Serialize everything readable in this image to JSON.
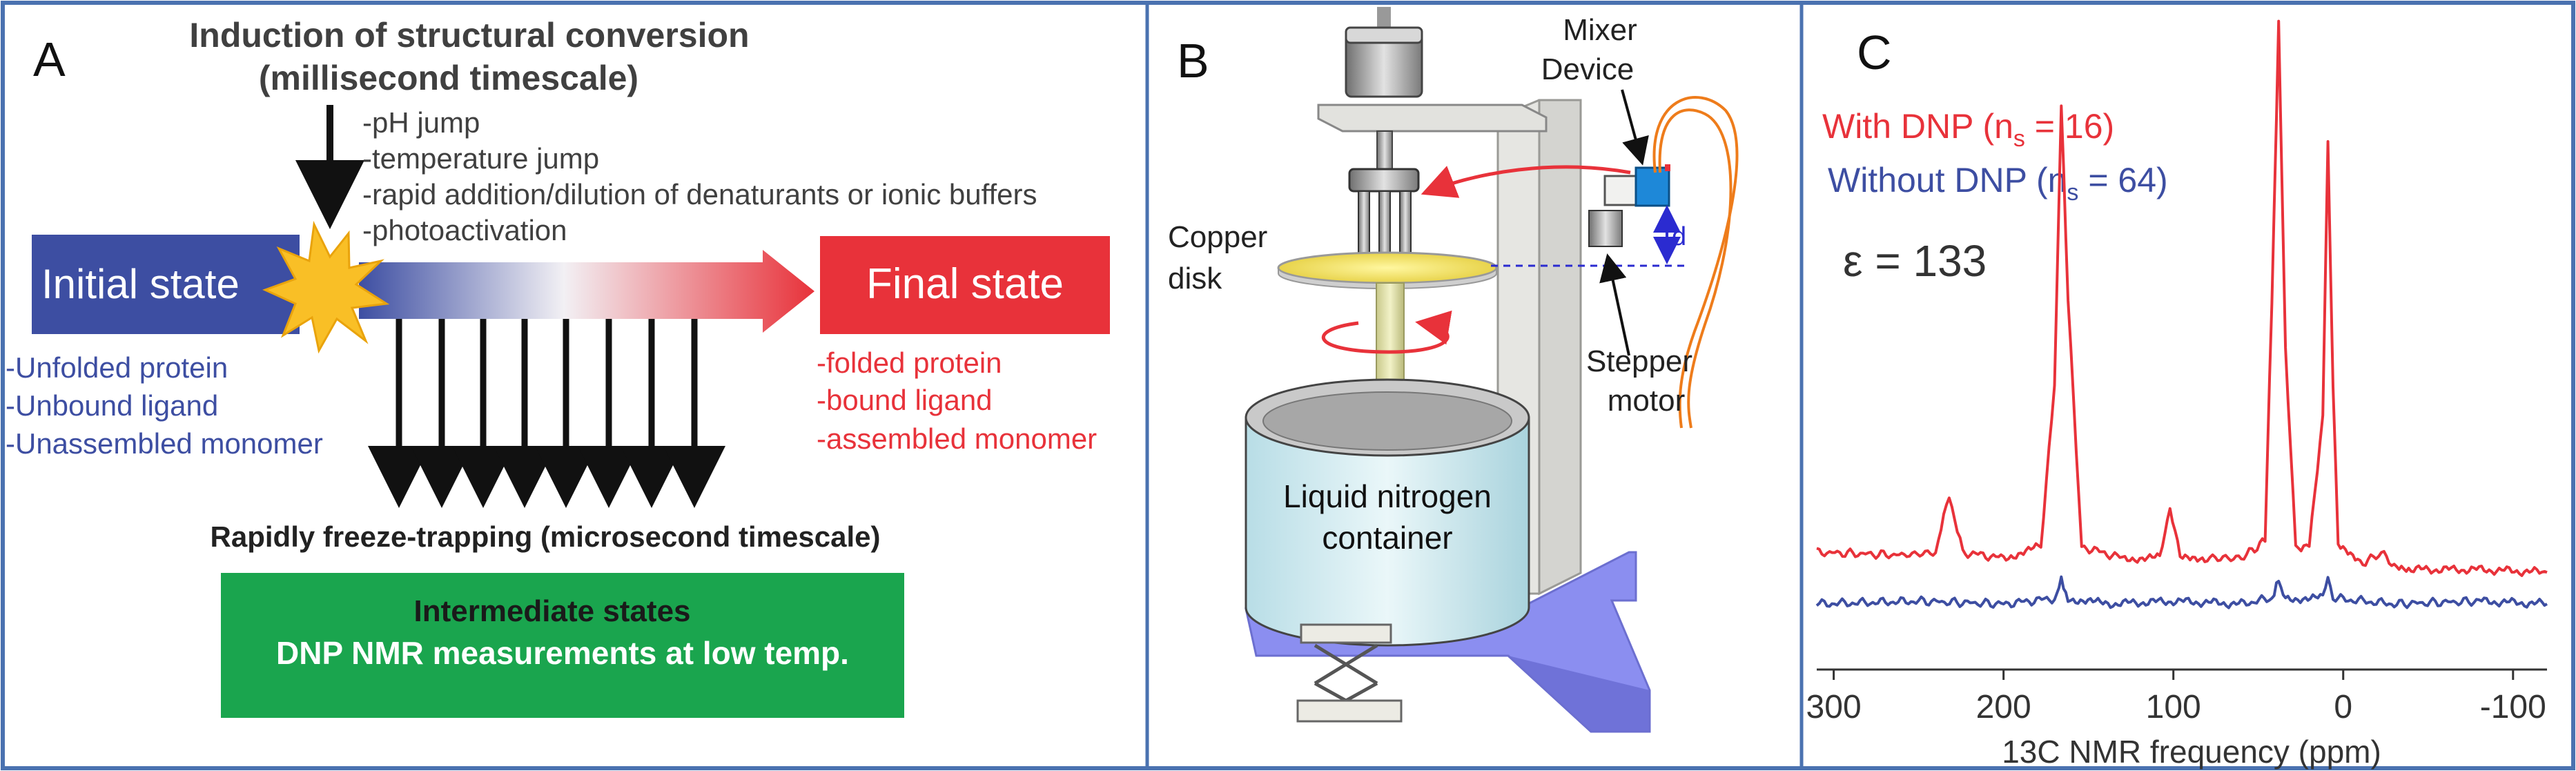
{
  "colors": {
    "frame": "#4a72b0",
    "initial_box": "#3d4ea2",
    "final_box": "#e8323a",
    "intermediate_box": "#1aa54e",
    "initial_text": "#3d4ea2",
    "final_text": "#e8323a",
    "dnp_line": "#e8323a",
    "nodnp_line": "#3d4ea2",
    "burst": "#f9bf26"
  },
  "panel_a": {
    "letter": "A",
    "title_line1": "Induction of structural conversion",
    "title_line2": "(millisecond timescale)",
    "triggers": [
      "-pH jump",
      "-temperature jump",
      "-rapid addition/dilution of denaturants or ionic buffers",
      "-photoactivation"
    ],
    "initial_state": "Initial state",
    "final_state": "Final state",
    "initial_items": [
      "-Unfolded protein",
      "-Unbound ligand",
      "-Unassembled monomer"
    ],
    "final_items": [
      "-folded protein",
      "-bound ligand",
      "-assembled monomer"
    ],
    "freeze_label": "Rapidly freeze-trapping (microsecond timescale)",
    "intermediate_line1": "Intermediate states",
    "intermediate_line2": "DNP NMR measurements at low temp."
  },
  "panel_b": {
    "letter": "B",
    "mixer_line1": "Mixer",
    "mixer_line2": "Device",
    "copper_line1": "Copper",
    "copper_line2": "disk",
    "stepper_line1": "Stepper",
    "stepper_line2": "motor",
    "d_label": "d",
    "container_line1": "Liquid nitrogen",
    "container_line2": "container"
  },
  "panel_c": {
    "letter": "C",
    "legend_dnp_prefix": "With DNP (n",
    "legend_dnp_sub": "s",
    "legend_dnp_suffix": " = 16)",
    "legend_nodnp_prefix": "Without DNP (n",
    "legend_nodnp_sub": "s",
    "legend_nodnp_suffix": " = 64)",
    "enhancement": "ε = 133",
    "x_ticks": [
      "300",
      "200",
      "100",
      "0",
      "-100"
    ],
    "x_label": "13C NMR frequency (ppm)"
  },
  "chart_data": {
    "type": "line",
    "xlabel": "13C NMR frequency (ppm)",
    "x_axis_reversed": true,
    "xlim": [
      310,
      -120
    ],
    "x_ticks": [
      300,
      200,
      100,
      0,
      -100
    ],
    "y_axis_shown": false,
    "ylim": [
      0,
      1
    ],
    "annotations": [
      "ε = 133"
    ],
    "series": [
      {
        "name": "With DNP (ns = 16)",
        "color": "#e8323a",
        "x": [
          310,
          260,
          240,
          232,
          224,
          200,
          178,
          170,
          166,
          162,
          154,
          130,
          108,
          102,
          96,
          80,
          60,
          46,
          42,
          38,
          34,
          28,
          20,
          12,
          9,
          6,
          3,
          -10,
          -24,
          -30,
          -40,
          -80,
          -120
        ],
        "y": [
          0.06,
          0.055,
          0.06,
          0.16,
          0.06,
          0.05,
          0.07,
          0.35,
          0.84,
          0.5,
          0.07,
          0.05,
          0.05,
          0.14,
          0.05,
          0.05,
          0.05,
          0.08,
          0.5,
          0.98,
          0.42,
          0.07,
          0.07,
          0.3,
          0.78,
          0.35,
          0.07,
          0.04,
          0.06,
          0.035,
          0.03,
          0.03,
          0.025
        ]
      },
      {
        "name": "Without DNP (ns = 64)",
        "color": "#3d4ea2",
        "x": [
          310,
          250,
          200,
          170,
          166,
          162,
          140,
          100,
          60,
          42,
          38,
          34,
          12,
          9,
          6,
          -30,
          -80,
          -120
        ],
        "y": [
          0.0,
          0.005,
          0.0,
          0.01,
          0.04,
          0.01,
          0.0,
          0.005,
          0.0,
          0.01,
          0.04,
          0.01,
          0.01,
          0.05,
          0.01,
          0.0,
          0.005,
          0.0
        ]
      }
    ]
  }
}
